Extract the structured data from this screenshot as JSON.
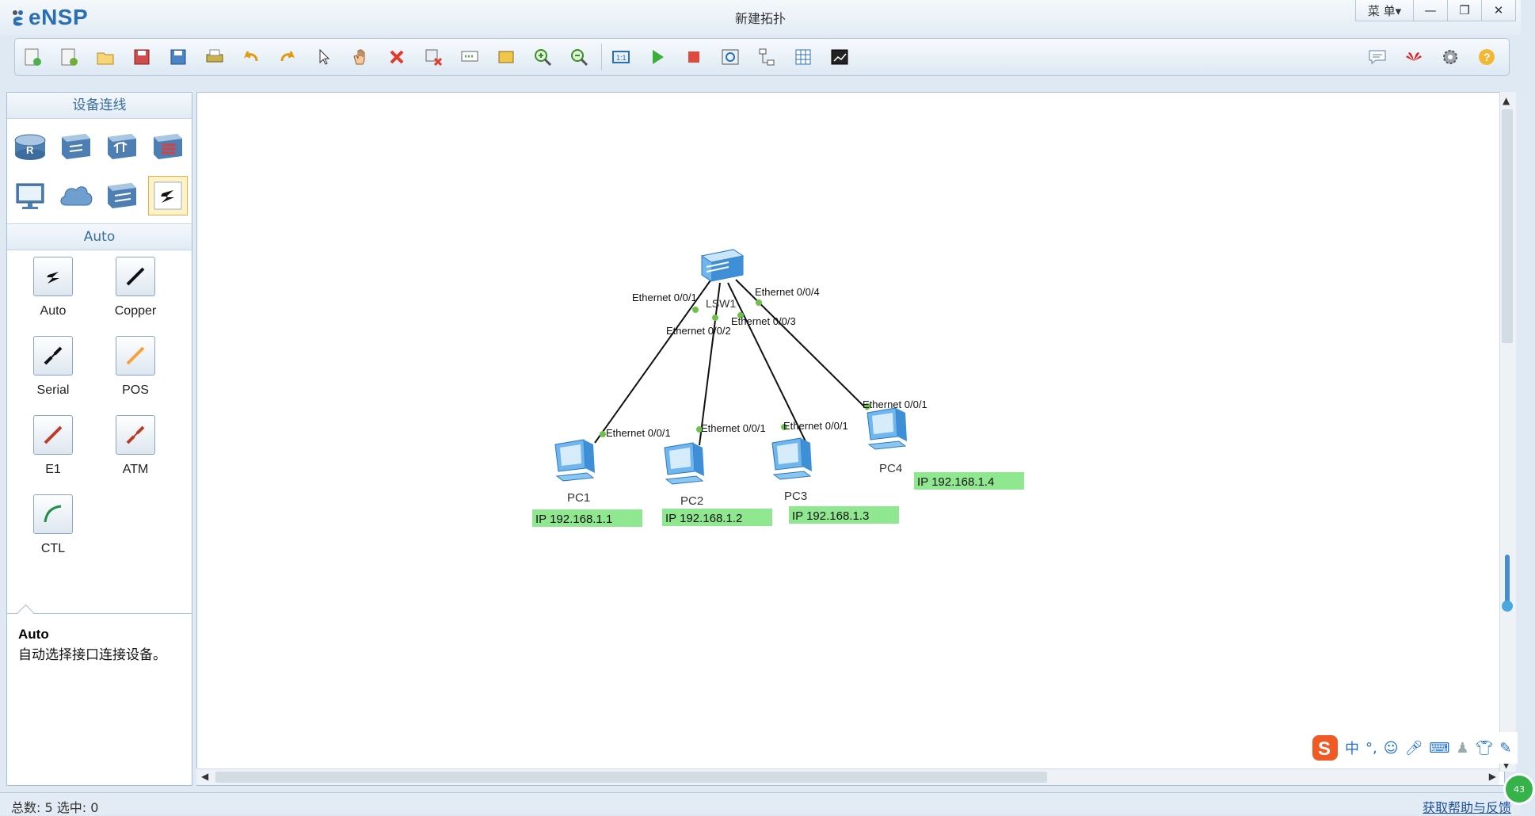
{
  "app": {
    "logo": "eNSP",
    "title": "新建拓扑",
    "menu_label": "菜 单▾"
  },
  "window_controls": [
    "minimize-icon",
    "restore-icon",
    "close-icon"
  ],
  "toolbar": {
    "left_icons": [
      "new-topology-icon",
      "new-template-icon",
      "open-icon",
      "save-icon",
      "save-as-icon",
      "print-icon",
      "undo-icon",
      "redo-icon",
      "select-icon",
      "pan-hand-icon",
      "delete-icon",
      "delete-link-icon",
      "text-annotation-icon",
      "rectangle-icon",
      "zoom-in-icon",
      "zoom-out-icon",
      "fit-view-icon",
      "start-device-icon",
      "stop-device-icon",
      "capture-icon",
      "topology-icon",
      "grid-icon",
      "terminal-icon"
    ],
    "right_icons": [
      "chat-icon",
      "huawei-icon",
      "settings-icon",
      "help-icon"
    ]
  },
  "sidebar": {
    "devices_header": "设备连线",
    "device_icons": [
      "router-icon",
      "switch-icon",
      "wireless-icon",
      "firewall-icon",
      "pc-icon",
      "cloud-icon",
      "other-device-icon",
      "connection-icon"
    ],
    "cables_header": "Auto",
    "cables": [
      {
        "label": "Auto",
        "icon": "auto-cable-icon"
      },
      {
        "label": "Copper",
        "icon": "copper-cable-icon"
      },
      {
        "label": "Serial",
        "icon": "serial-cable-icon"
      },
      {
        "label": "POS",
        "icon": "pos-cable-icon"
      },
      {
        "label": "E1",
        "icon": "e1-cable-icon"
      },
      {
        "label": "ATM",
        "icon": "atm-cable-icon"
      },
      {
        "label": "CTL",
        "icon": "ctl-cable-icon"
      }
    ],
    "description": {
      "title": "Auto",
      "text": "自动选择接口连接设备。"
    }
  },
  "topology": {
    "switch": {
      "name": "LSW1"
    },
    "pcs": [
      {
        "name": "PC1",
        "ip": "IP 192.168.1.1"
      },
      {
        "name": "PC2",
        "ip": "IP 192.168.1.2"
      },
      {
        "name": "PC3",
        "ip": "IP 192.168.1.3"
      },
      {
        "name": "PC4",
        "ip": "IP 192.168.1.4"
      }
    ],
    "switch_ports": [
      "Ethernet 0/0/1",
      "Ethernet 0/0/2",
      "Ethernet 0/0/3",
      "Ethernet 0/0/4"
    ],
    "pc_port": "Ethernet 0/0/1",
    "label_color": "#8fe88f"
  },
  "status": {
    "left": "总数: 5  选中: 0",
    "right": "获取帮助与反馈"
  },
  "ime": {
    "lang": "中",
    "punct": "°,"
  },
  "badge": "43"
}
